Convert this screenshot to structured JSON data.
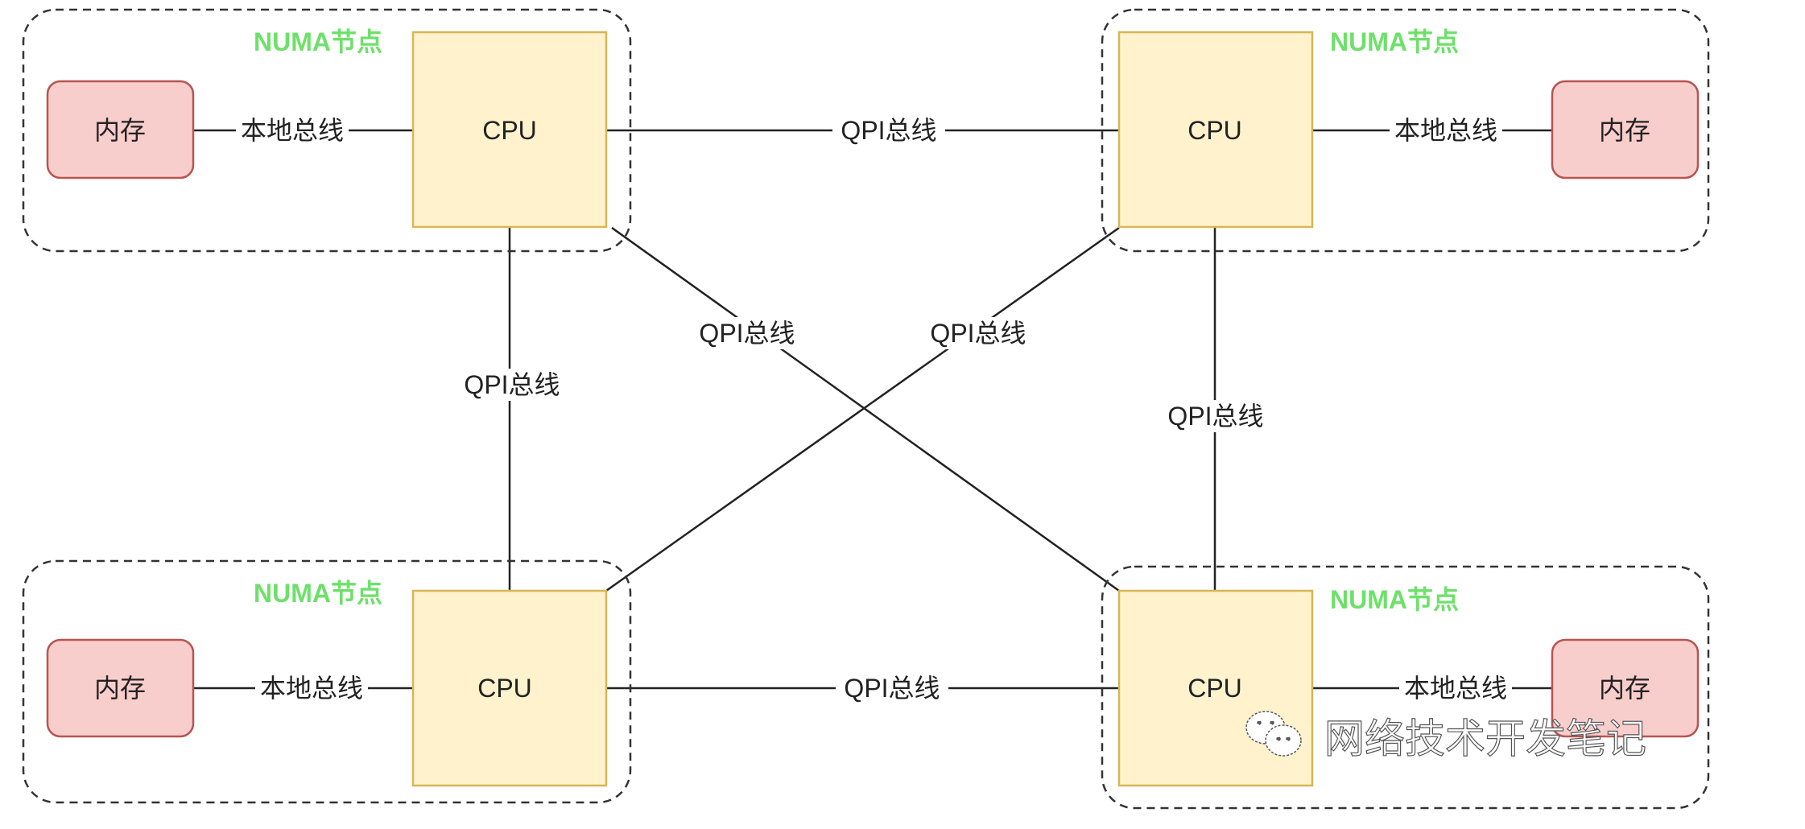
{
  "diagram": {
    "title": "NUMA architecture",
    "group_label": "NUMA节点",
    "cpu_label": "CPU",
    "memory_label": "内存",
    "local_bus_label": "本地总线",
    "qpi_bus_label": "QPI总线",
    "colors": {
      "cpu_fill": "#fff2cc",
      "cpu_stroke": "#d6b656",
      "memory_fill": "#f8cecc",
      "memory_stroke": "#b85450",
      "group_label": "#6ee06a",
      "line": "#222222"
    },
    "nodes": [
      {
        "id": "top-left",
        "group": "NUMA节点",
        "cpu": "CPU",
        "memory": "内存",
        "local_bus": "本地总线"
      },
      {
        "id": "top-right",
        "group": "NUMA节点",
        "cpu": "CPU",
        "memory": "内存",
        "local_bus": "本地总线"
      },
      {
        "id": "bottom-left",
        "group": "NUMA节点",
        "cpu": "CPU",
        "memory": "内存",
        "local_bus": "本地总线"
      },
      {
        "id": "bottom-right",
        "group": "NUMA节点",
        "cpu": "CPU",
        "memory": "内存",
        "local_bus": "本地总线"
      }
    ],
    "qpi_links": [
      {
        "from": "top-left",
        "to": "top-right",
        "label": "QPI总线"
      },
      {
        "from": "bottom-left",
        "to": "bottom-right",
        "label": "QPI总线"
      },
      {
        "from": "top-left",
        "to": "bottom-left",
        "label": "QPI总线"
      },
      {
        "from": "top-right",
        "to": "bottom-right",
        "label": "QPI总线"
      },
      {
        "from": "top-left",
        "to": "bottom-right",
        "label": "QPI总线"
      },
      {
        "from": "top-right",
        "to": "bottom-left",
        "label": "QPI总线"
      }
    ]
  },
  "watermark": {
    "icon": "wechat-icon",
    "text": "网络技术开发笔记"
  }
}
